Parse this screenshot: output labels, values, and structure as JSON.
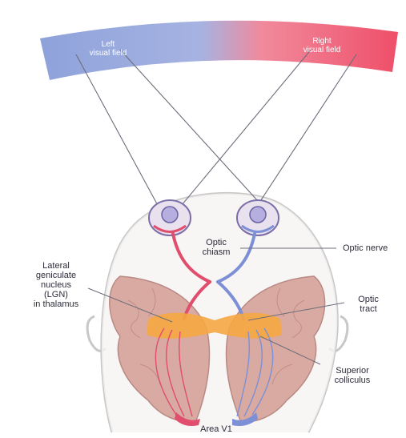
{
  "labels": {
    "left_visual_field": "Left\nvisual field",
    "right_visual_field": "Right\nvisual field",
    "optic_chiasm": "Optic\nchiasm",
    "optic_nerve": "Optic nerve",
    "lgn": "Lateral\ngeniculate\nnucleus\n(LGN)\nin thalamus",
    "optic_tract": "Optic\ntract",
    "superior_colliculus": "Superior\ncolliculus",
    "area_v1": "Area V1"
  },
  "colors": {
    "left_field": "#7f96d6",
    "right_field": "#f0566e",
    "brain": "#d8a8a0",
    "thalamus": "#f5a742",
    "head_outline": "#c9c9c9"
  }
}
